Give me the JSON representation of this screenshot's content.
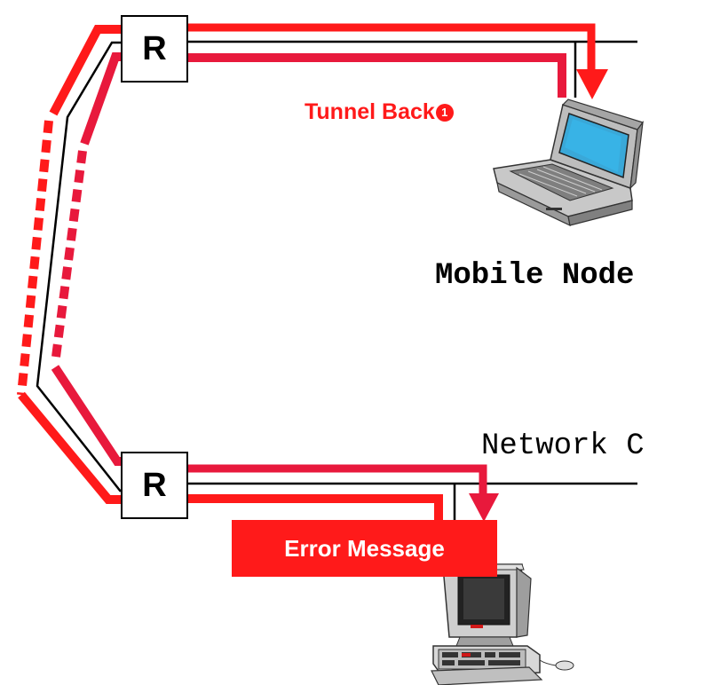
{
  "routers": [
    {
      "label": "R"
    },
    {
      "label": "R"
    }
  ],
  "tunnel_label": "Tunnel Back",
  "step_badge": "1",
  "mobile_node_label": "Mobile Node",
  "network_label": "Network C",
  "error_message_label": "Error Message",
  "colors": {
    "accent_red": "#ff1a1a",
    "dark_red": "#e8193c",
    "line_black": "#000000"
  },
  "icons": [
    "laptop-icon",
    "desktop-computer-icon"
  ]
}
